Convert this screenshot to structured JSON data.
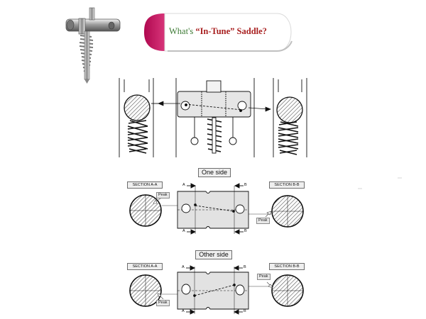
{
  "banner": {
    "prefix": "What's ",
    "quoted": "“In-Tune” Saddle?"
  },
  "sections": [
    {
      "title": "One side",
      "left_section": "SECTION  A-A",
      "right_section": "SECTION  B-B",
      "peak_left": "Peak",
      "peak_right": "Peak"
    },
    {
      "title": "Other side",
      "left_section": "SECTION  A-A",
      "right_section": "SECTION  B-B",
      "peak_left": "Peak",
      "peak_right": "Peak"
    }
  ],
  "section_markers": {
    "a": "A",
    "b": "B"
  }
}
